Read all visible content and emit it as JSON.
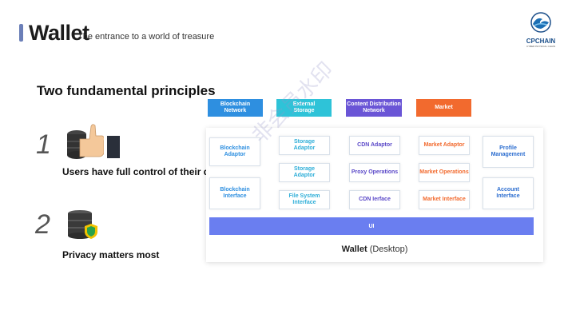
{
  "header": {
    "title": "Wallet",
    "subtitle": "The entrance to a world of treasure",
    "accent_color": "#6b7fb8"
  },
  "logo": {
    "icon": "cpchain-wave-logo-icon",
    "name": "CPCHAIN",
    "tagline": "CYBER PHYSICAL CHAIN"
  },
  "principles": {
    "title": "Two fundamental principles",
    "items": [
      {
        "number": "1",
        "text": "Users have full control of their data",
        "icon": "thumbs-up-database-icon"
      },
      {
        "number": "2",
        "text": "Privacy matters most",
        "icon": "database-shield-icon"
      }
    ]
  },
  "architecture": {
    "columns": [
      {
        "label": "Blockchain\nNetwork",
        "color": "#2e8fe0"
      },
      {
        "label": "External\nStorage",
        "color": "#2ec3d8"
      },
      {
        "label": "Content Distribution\nNetwork",
        "color": "#6a55d6"
      },
      {
        "label": "Market",
        "color": "#f26a2e"
      }
    ],
    "blockchain_boxes": [
      "Blockchain\nAdaptor",
      "Blockchain\nInterface"
    ],
    "storage_boxes": [
      "Storage\nAdaptor",
      "Storage\nAdaptor",
      "File System\nInterface"
    ],
    "cdn_boxes": [
      "CDN Adaptor",
      "Proxy Operations",
      "CDN Ierface"
    ],
    "market_boxes": [
      "Market Adaptor",
      "Market Operations",
      "Market Interface"
    ],
    "extra_boxes": [
      "Profile\nManagement",
      "Account\nInterface"
    ],
    "ui_label": "UI",
    "ui_color": "#6a7ef0",
    "wallet_label": "Wallet",
    "wallet_suffix": "(Desktop)"
  },
  "watermark": "非会员水印"
}
